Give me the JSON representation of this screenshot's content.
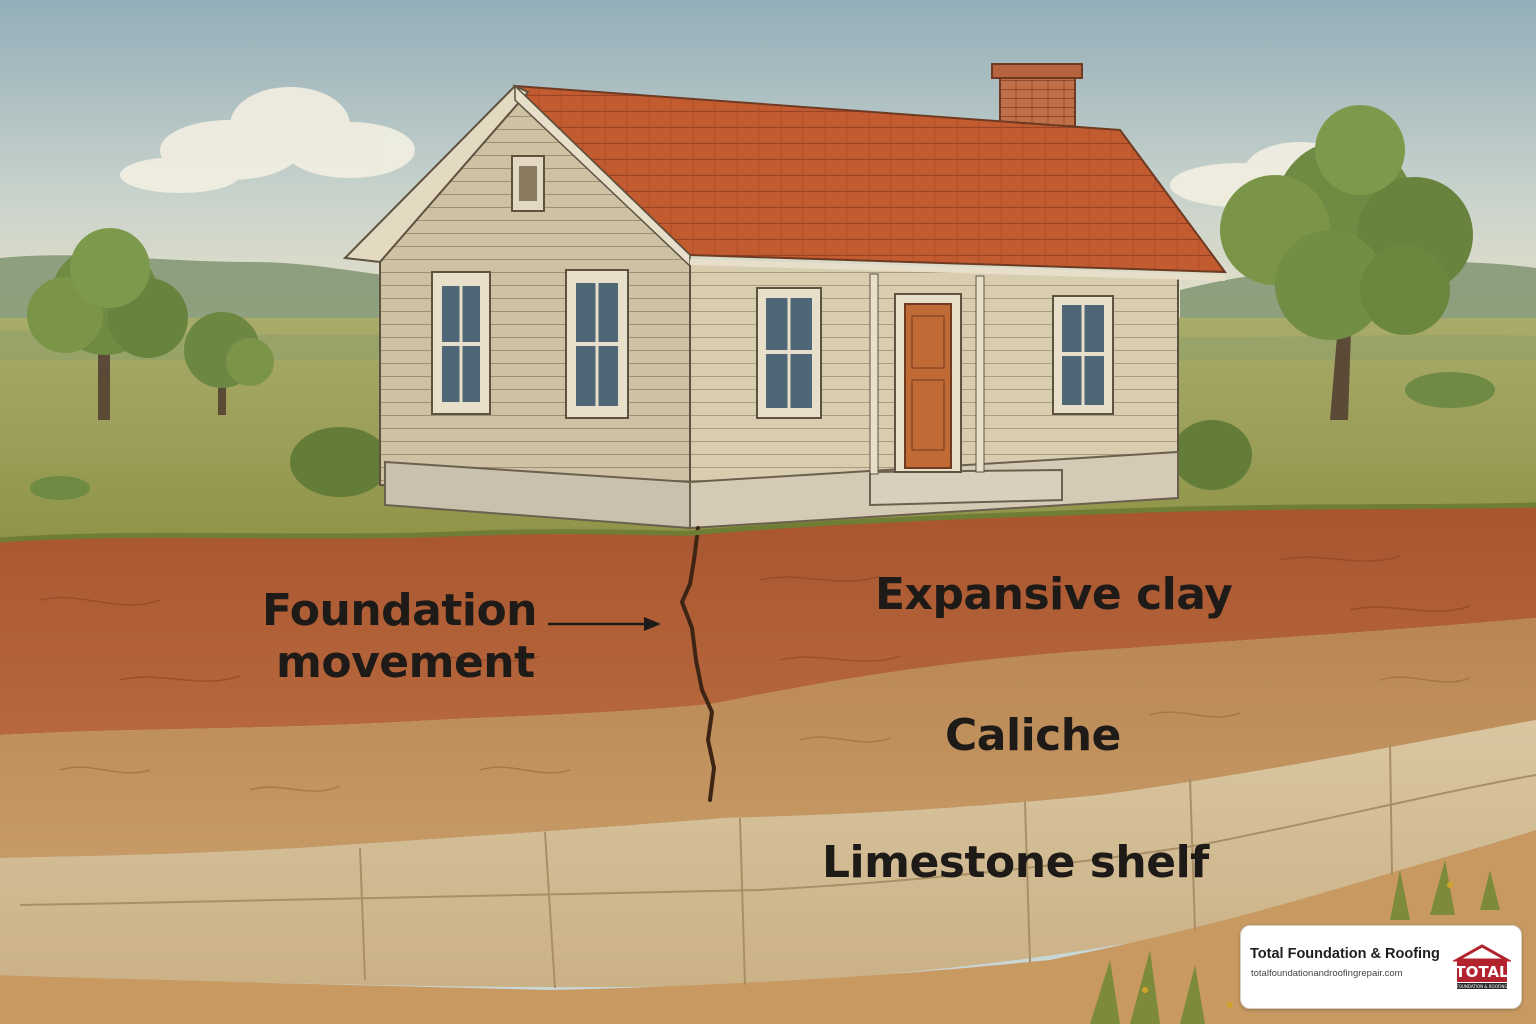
{
  "labels": {
    "foundation_movement_line1": "Foundation",
    "foundation_movement_line2": "movement",
    "expansive_clay": "Expansive clay",
    "caliche": "Caliche",
    "limestone_shelf": "Limestone shelf"
  },
  "badge": {
    "company_name": "Total Foundation & Roofing",
    "website": "totalfoundationandroofingrepair.com",
    "logo_text": "TOTAL",
    "logo_subtext": "FOUNDATION & ROOFING"
  },
  "colors": {
    "sky_top": "#93aeb9",
    "sky_bottom": "#e9e2c8",
    "grass": "#a2a458",
    "roof": "#c0592f",
    "siding": "#d9cdb0",
    "door": "#c06a36",
    "clay_layer": "#b4663a",
    "caliche_layer": "#be8e5a",
    "limestone_layer": "#ddc9a4",
    "logo_red": "#b3232d"
  }
}
